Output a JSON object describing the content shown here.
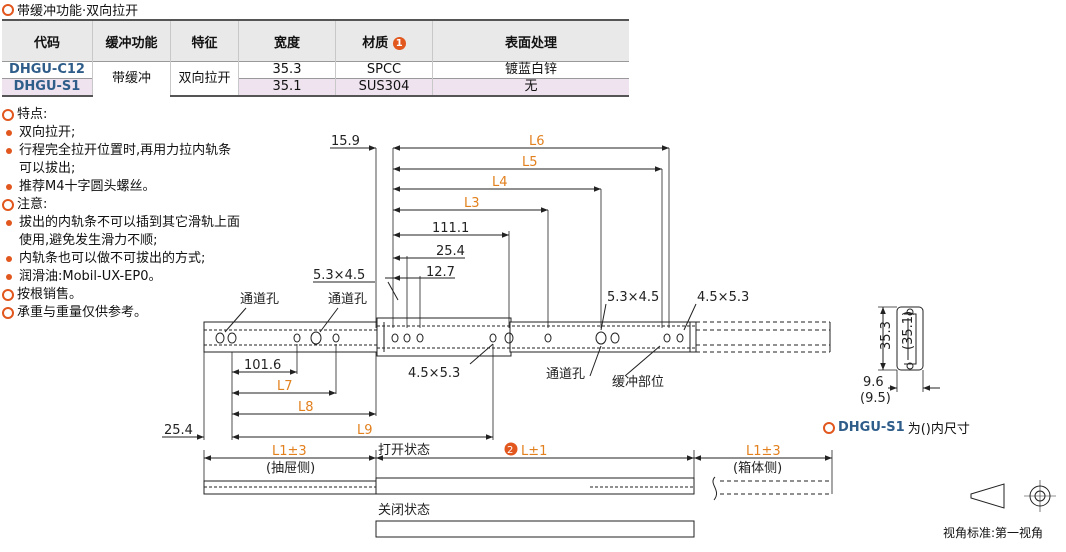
{
  "title": "带缓冲功能·双向拉开",
  "table": {
    "headers": [
      "代码",
      "缓冲功能",
      "特征",
      "宽度",
      "材质",
      "表面处理"
    ],
    "material_badge": "1",
    "buffer": "带缓冲",
    "feature": "双向拉开",
    "rows": [
      {
        "code": "DHGU-C12",
        "width": "35.3",
        "material": "SPCC",
        "finish": "镀蓝白锌"
      },
      {
        "code": "DHGU-S1",
        "width": "35.1",
        "material": "SUS304",
        "finish": "无"
      }
    ]
  },
  "notes": {
    "features_title": "特点:",
    "features": [
      "双向拉开;",
      "行程完全拉开位置时,再用力拉内轨条",
      "可以拔出;",
      "推荐M4十字圆头螺丝。"
    ],
    "caution_title": "注意:",
    "cautions": [
      "拔出的内轨条不可以插到其它滑轨上面",
      "使用,避免发生滑力不顺;",
      "内轨条也可以做不可拔出的方式;",
      "润滑油:Mobil-UX-EP0。"
    ],
    "sale": "按根销售。",
    "load": "承重与重量仅供参考。"
  },
  "drawing": {
    "dims": {
      "d15_9": "15.9",
      "d111_1": "111.1",
      "d25_4_top": "25.4",
      "d12_7": "12.7",
      "d101_6": "101.6",
      "d25_4_left": "25.4",
      "L1": "L1",
      "L3": "L3",
      "L4": "L4",
      "L5": "L5",
      "L6": "L6",
      "L7": "L7",
      "L8": "L8",
      "L9": "L9",
      "slot_a": "5.3×4.5",
      "slot_b": "5.3×4.5",
      "slot_c": "4.5×5.3",
      "slot_d": "4.5×5.3",
      "passage": "通道孔",
      "buffer_part": "缓冲部位",
      "h35_3": "35.3",
      "h35_1": "(35.1)",
      "w9_6": "9.6",
      "w9_5": "(9.5)"
    },
    "state_open": "打开状态",
    "state_closed": "关闭状态",
    "l1_tol": "L1±3",
    "l_tol": "L±1",
    "badge2": "2",
    "drawer_side": "(抽屉侧)",
    "cabinet_side": "(箱体侧)"
  },
  "s1_note": {
    "code": "DHGU-S1",
    "text": "为()内尺寸"
  },
  "projection": "视角标准:第一视角",
  "colors": {
    "accent": "#e2571e",
    "code_blue": "#2f5d8a",
    "dim_orange": "#e2801e"
  }
}
